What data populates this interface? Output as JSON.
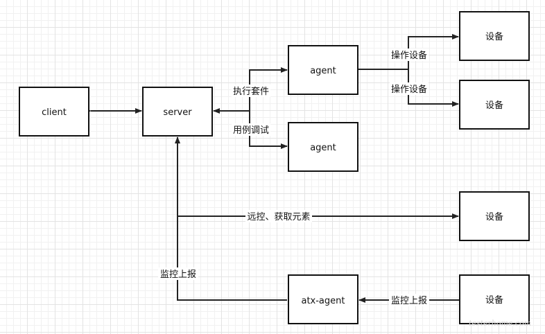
{
  "nodes": {
    "client": "client",
    "server": "server",
    "agent_1": "agent",
    "agent_2": "agent",
    "atx_agent": "atx-agent",
    "device_1": "设备",
    "device_2": "设备",
    "device_3": "设备",
    "device_4": "设备"
  },
  "edges": {
    "exec_suite": "执行套件",
    "case_debug": "用例调试",
    "operate_device_1": "操作设备",
    "operate_device_2": "操作设备",
    "remote_control": "远控、获取元素",
    "monitor_report_up": "监控上报",
    "monitor_report_device": "监控上报"
  },
  "watermark": "testerhome.com"
}
